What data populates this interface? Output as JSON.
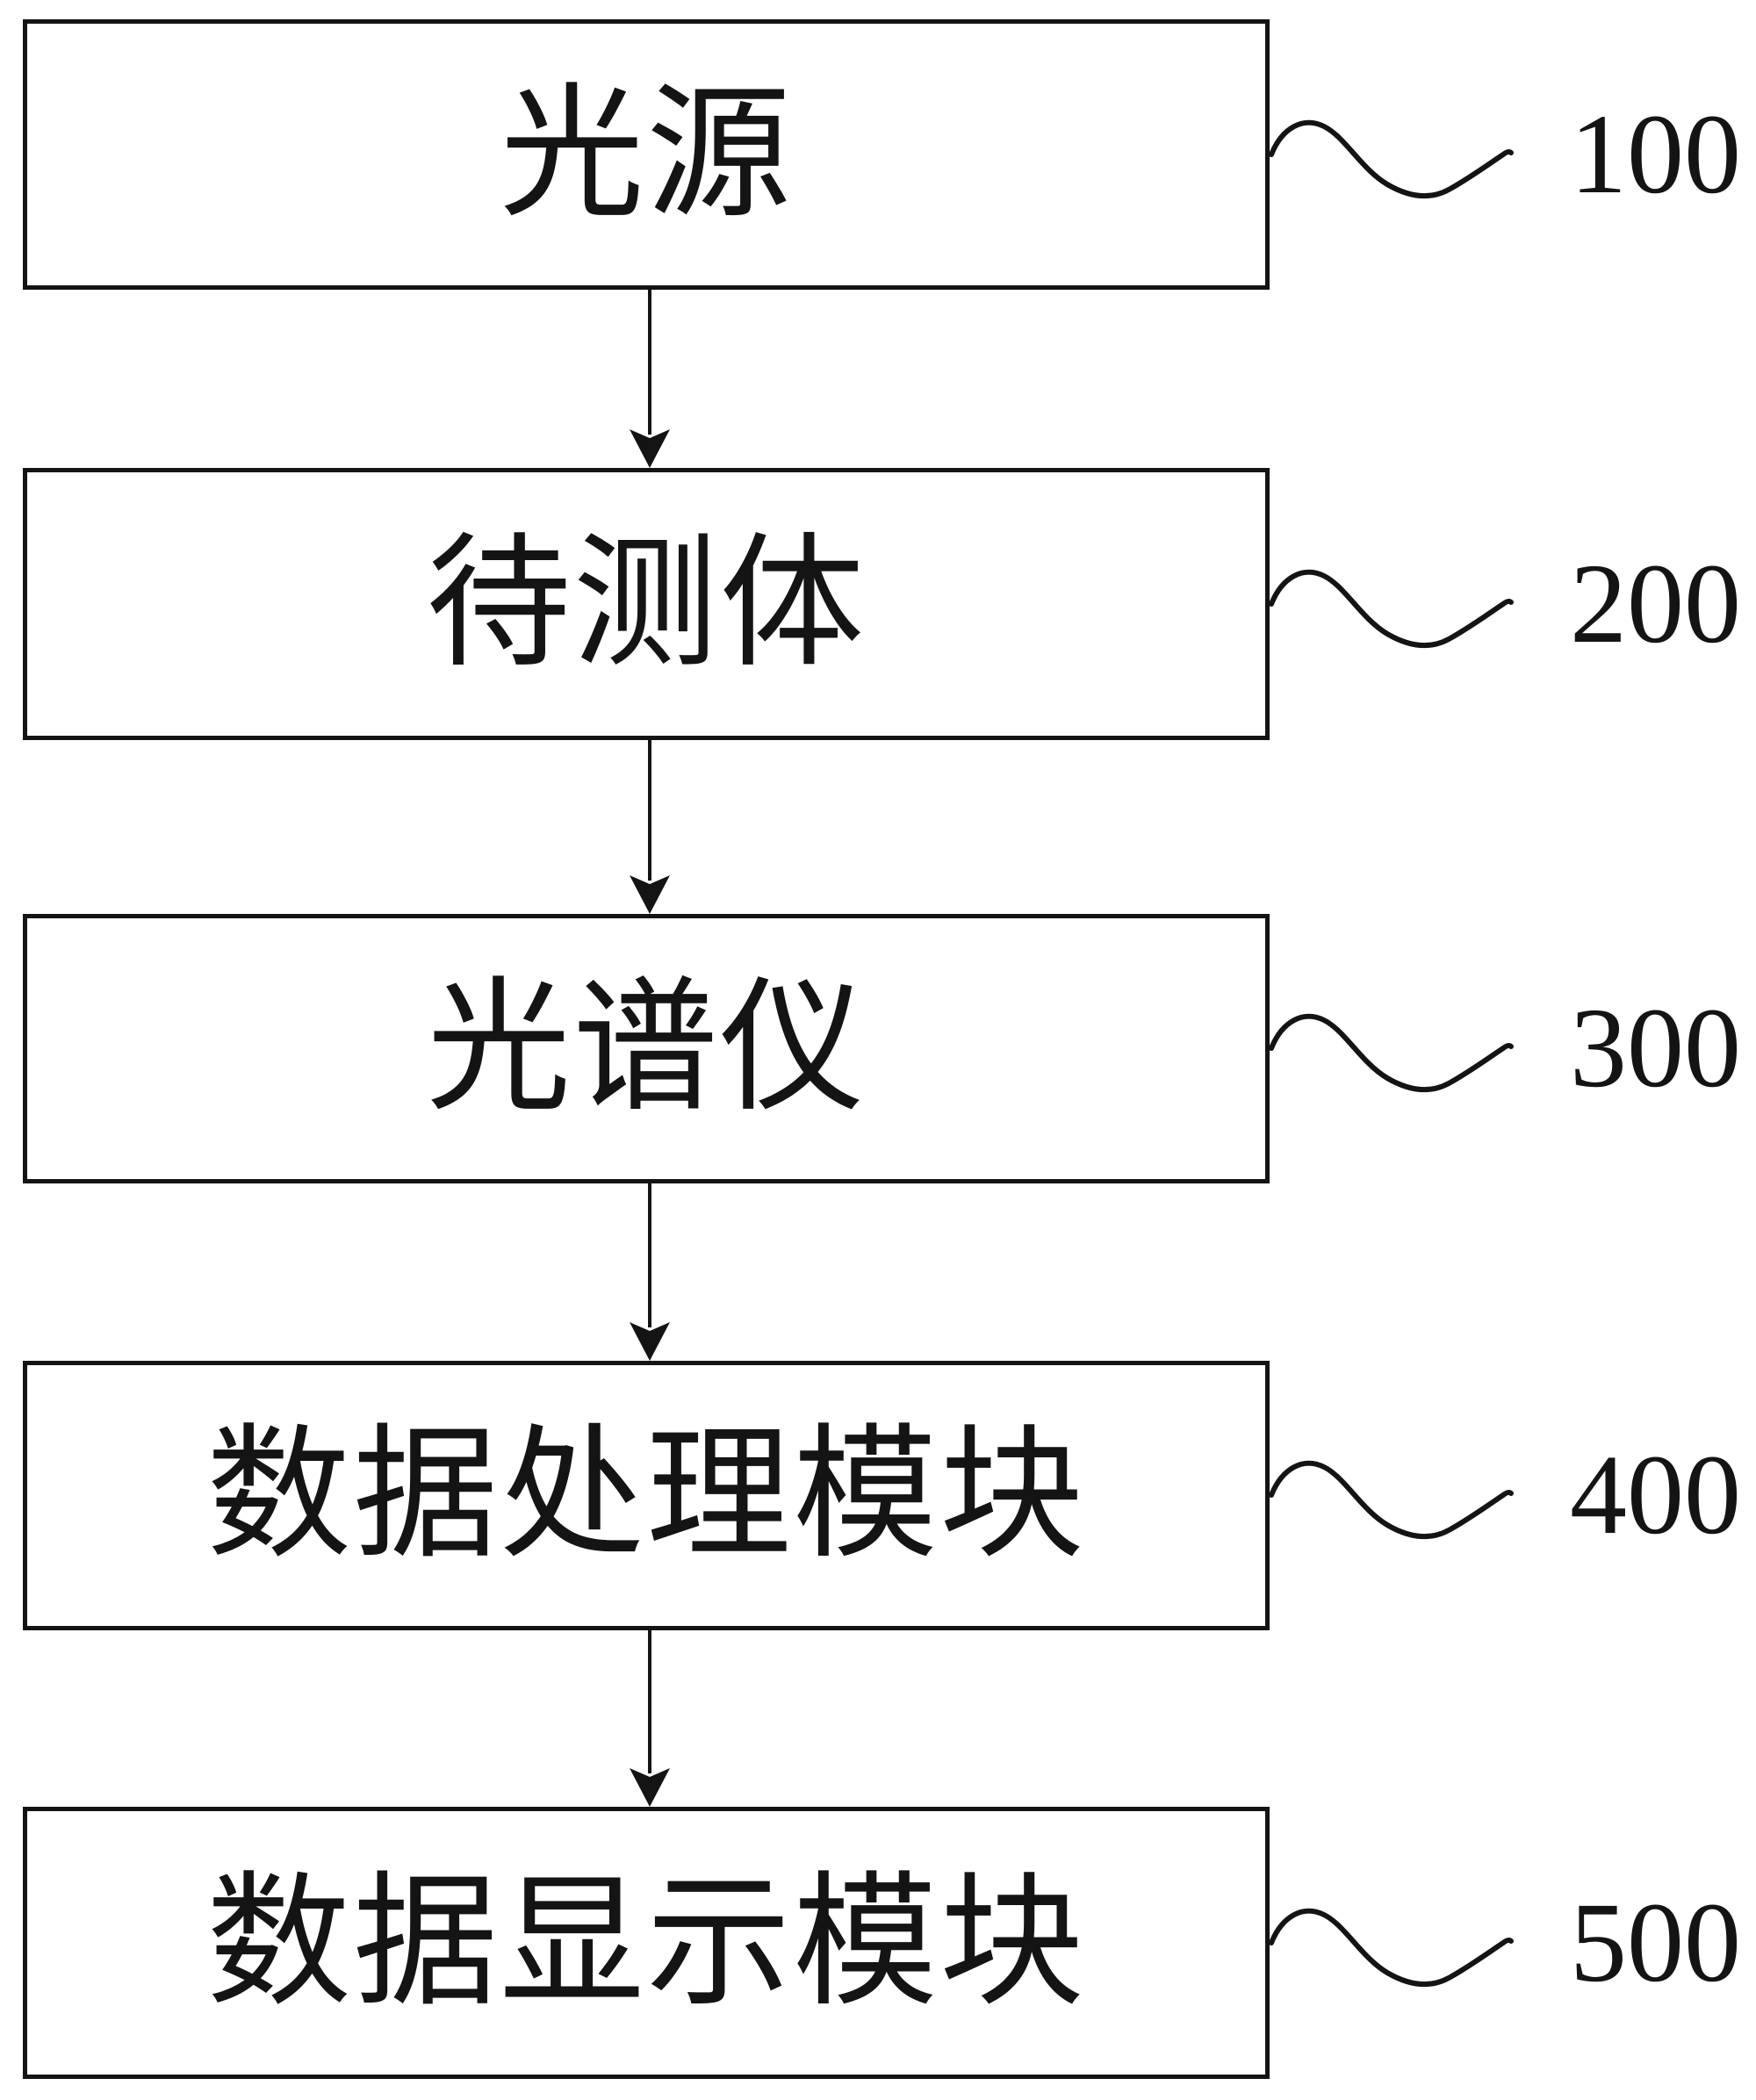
{
  "figure": {
    "type": "flowchart",
    "boxes": [
      {
        "label": "光源",
        "ref": "100"
      },
      {
        "label": "待测体",
        "ref": "200"
      },
      {
        "label": "光谱仪",
        "ref": "300"
      },
      {
        "label": "数据处理模块",
        "ref": "400"
      },
      {
        "label": "数据显示模块",
        "ref": "500"
      }
    ],
    "flow": "top-to-bottom"
  },
  "colors": {
    "ink": "#141414",
    "background": "#ffffff"
  }
}
